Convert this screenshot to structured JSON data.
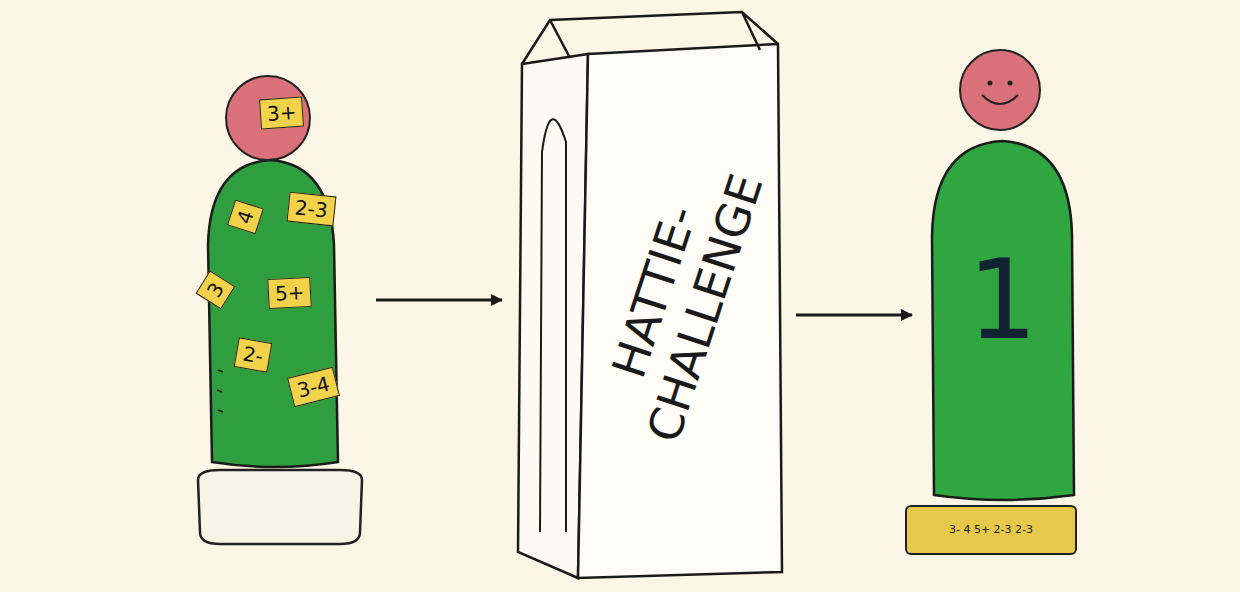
{
  "diagram": {
    "nodes": [
      {
        "text": []
      },
      {
        "text": [
          "3+"
        ],
        "in": 0
      },
      {
        "text": [
          "4"
        ],
        "in": 0
      },
      {
        "text": [
          "2-3"
        ],
        "in": 0
      },
      {
        "text": [
          "3"
        ],
        "in": 0
      },
      {
        "text": [
          "5+"
        ],
        "in": 0
      },
      {
        "text": [
          "2-"
        ],
        "in": 0
      },
      {
        "text": [
          "3-4"
        ],
        "in": 0
      },
      {
        "text": [
          "HATTIE- CHALLENGE"
        ]
      },
      {
        "text": [
          "1"
        ]
      },
      {
        "text": [
          "3- 4 5+ 2-3 2-3"
        ],
        "in": 9
      }
    ],
    "edges": [
      {
        "from": 0,
        "to": 8,
        "arrow": "to"
      },
      {
        "from": 8,
        "to": 9,
        "arrow": "to"
      }
    ]
  }
}
